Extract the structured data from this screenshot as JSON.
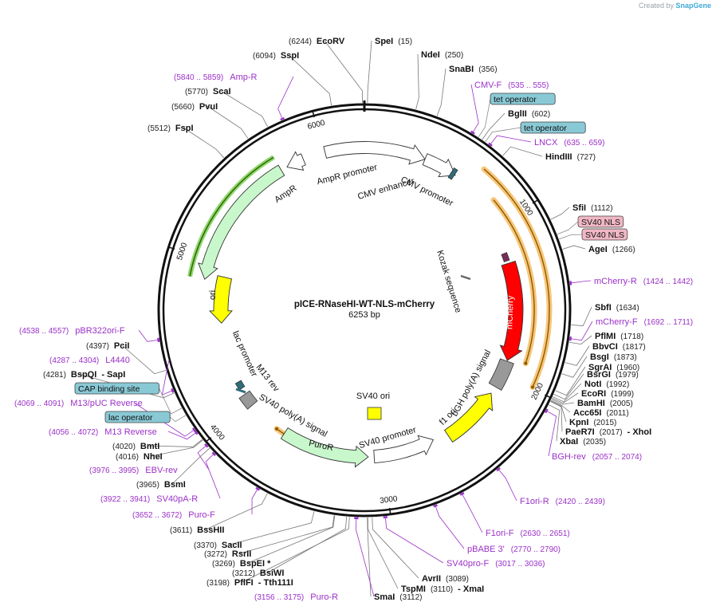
{
  "credit": {
    "prefix": "Created by",
    "brand": "SnapGene"
  },
  "plasmid": {
    "name": "pICE-RNaseHI-WT-NLS-mCherry",
    "length_label": "6253 bp",
    "length": 6253
  },
  "colors": {
    "backbone": "#111111",
    "primer_text": "#9b30c8",
    "ampr": "#c9f7cc",
    "amp_dark": "#2e6b00",
    "orange_glow": "#f7c06a",
    "ori": "#ffff00",
    "mcherry": "#ff0000",
    "polyA": "#999999",
    "operator_fill": "#89c9d6",
    "nls_fill": "#f0b7c5",
    "kozak": "#666666"
  },
  "ticks": [
    {
      "pos": 1000,
      "label": "1000"
    },
    {
      "pos": 2000,
      "label": "2000"
    },
    {
      "pos": 3000,
      "label": "3000"
    },
    {
      "pos": 4000,
      "label": "4000"
    },
    {
      "pos": 5000,
      "label": "5000"
    },
    {
      "pos": 6000,
      "label": "6000"
    }
  ],
  "sites": [
    {
      "name": "EcoRV",
      "num": "(6244)",
      "num_first": true
    },
    {
      "name": "SpeI",
      "num": "(15)"
    },
    {
      "name": "SspI",
      "num": "(6094)",
      "num_first": true
    },
    {
      "name": "NdeI",
      "num": "(250)"
    },
    {
      "name": "SnaBI",
      "num": "(356)"
    },
    {
      "name": "ScaI",
      "num": "(5770)",
      "num_first": true
    },
    {
      "name": "PvuI",
      "num": "(5660)",
      "num_first": true
    },
    {
      "name": "BglII",
      "num": "(602)"
    },
    {
      "name": "FspI",
      "num": "(5512)",
      "num_first": true
    },
    {
      "name": "HindIII",
      "num": "(727)"
    },
    {
      "name": "SfiI",
      "num": "(1112)"
    },
    {
      "name": "AgeI",
      "num": "(1266)"
    },
    {
      "name": "SbfI",
      "num": "(1634)"
    },
    {
      "name": "PflMI",
      "num": "(1718)"
    },
    {
      "name": "BbvCI",
      "num": "(1817)"
    },
    {
      "name": "BsgI",
      "num": "(1873)"
    },
    {
      "name": "SgrAI",
      "num": "(1960)"
    },
    {
      "name": "BsrGI",
      "num": "(1979)"
    },
    {
      "name": "NotI",
      "num": "(1992)"
    },
    {
      "name": "EcoRI",
      "num": "(1999)"
    },
    {
      "name": "BamHI",
      "num": "(2005)"
    },
    {
      "name": "Acc65I",
      "num": "(2011)"
    },
    {
      "name": "KpnI",
      "num": "(2015)"
    },
    {
      "name": "PaeR7I",
      "num": "(2017)",
      "extra": "- XhoI"
    },
    {
      "name": "XbaI",
      "num": "(2035)"
    },
    {
      "name": "PciI",
      "num": "(4397)",
      "num_first": true
    },
    {
      "name": "BspQI",
      "num": "(4281)",
      "num_first": true,
      "extra": "- SapI"
    },
    {
      "name": "BmtI",
      "num": "(4020)",
      "num_first": true
    },
    {
      "name": "NheI",
      "num": "(4016)",
      "num_first": true
    },
    {
      "name": "BsmI",
      "num": "(3965)",
      "num_first": true
    },
    {
      "name": "BssHII",
      "num": "(3611)",
      "num_first": true
    },
    {
      "name": "SacII",
      "num": "(3370)",
      "num_first": true
    },
    {
      "name": "RsrII",
      "num": "(3272)",
      "num_first": true
    },
    {
      "name": "BspEI *",
      "num": "(3269)",
      "num_first": true
    },
    {
      "name": "BsiWI",
      "num": "(3212)",
      "num_first": true
    },
    {
      "name": "PflFI",
      "num": "(3198)",
      "num_first": true,
      "extra": "- Tth111I"
    },
    {
      "name": "AvrII",
      "num": "(3089)"
    },
    {
      "name": "TspMI",
      "num": "(3110)",
      "extra": "- XmaI"
    },
    {
      "name": "SmaI",
      "num": "(3112)"
    }
  ],
  "primers": [
    {
      "name": "Amp-R",
      "range": "(5840 .. 5859)",
      "range_first": true
    },
    {
      "name": "CMV-F",
      "range": "(535 .. 555)"
    },
    {
      "name": "LNCX",
      "range": "(635 .. 659)"
    },
    {
      "name": "mCherry-R",
      "range": "(1424 .. 1442)"
    },
    {
      "name": "mCherry-F",
      "range": "(1692 .. 1711)"
    },
    {
      "name": "BGH-rev",
      "range": "(2057 .. 2074)"
    },
    {
      "name": "F1ori-R",
      "range": "(2420 .. 2439)"
    },
    {
      "name": "F1ori-F",
      "range": "(2630 .. 2651)"
    },
    {
      "name": "pBABE 3'",
      "range": "(2770 .. 2790)"
    },
    {
      "name": "SV40pro-F",
      "range": "(3017 .. 3036)"
    },
    {
      "name": "Puro-R",
      "range": "(3156 .. 3175)",
      "range_first": true
    },
    {
      "name": "Puro-F",
      "range": "(3652 .. 3672)",
      "range_first": true
    },
    {
      "name": "SV40pA-R",
      "range": "(3922 .. 3941)",
      "range_first": true
    },
    {
      "name": "EBV-rev",
      "range": "(3976 .. 3995)",
      "range_first": true
    },
    {
      "name": "M13 Reverse",
      "range": "(4056 .. 4072)",
      "range_first": true
    },
    {
      "name": "M13/pUC Reverse",
      "range": "(4069 .. 4091)",
      "range_first": true
    },
    {
      "name": "L4440",
      "range": "(4287 .. 4304)",
      "range_first": true
    },
    {
      "name": "pBR322ori-F",
      "range": "(4538 .. 4557)",
      "range_first": true
    }
  ],
  "boxed_features": [
    {
      "label": "tet operator",
      "kind": "operator"
    },
    {
      "label": "tet operator",
      "kind": "operator"
    },
    {
      "label": "SV40 NLS",
      "kind": "nls"
    },
    {
      "label": "SV40 NLS",
      "kind": "nls"
    },
    {
      "label": "CAP binding site",
      "kind": "operator"
    },
    {
      "label": "lac operator",
      "kind": "operator"
    }
  ],
  "features": [
    {
      "name": "CMV enhancer"
    },
    {
      "name": "CMV promoter"
    },
    {
      "name": "AmpR promoter"
    },
    {
      "name": "AmpR"
    },
    {
      "name": "ori"
    },
    {
      "name": "Kozak sequence"
    },
    {
      "name": "mCherry"
    },
    {
      "name": "bGH poly(A) signal"
    },
    {
      "name": "f1 ori"
    },
    {
      "name": "SV40 promoter"
    },
    {
      "name": "PuroR"
    },
    {
      "name": "SV40 poly(A) signal"
    },
    {
      "name": "SV40 ori"
    },
    {
      "name": "lac promoter"
    },
    {
      "name": "M13 rev"
    }
  ]
}
